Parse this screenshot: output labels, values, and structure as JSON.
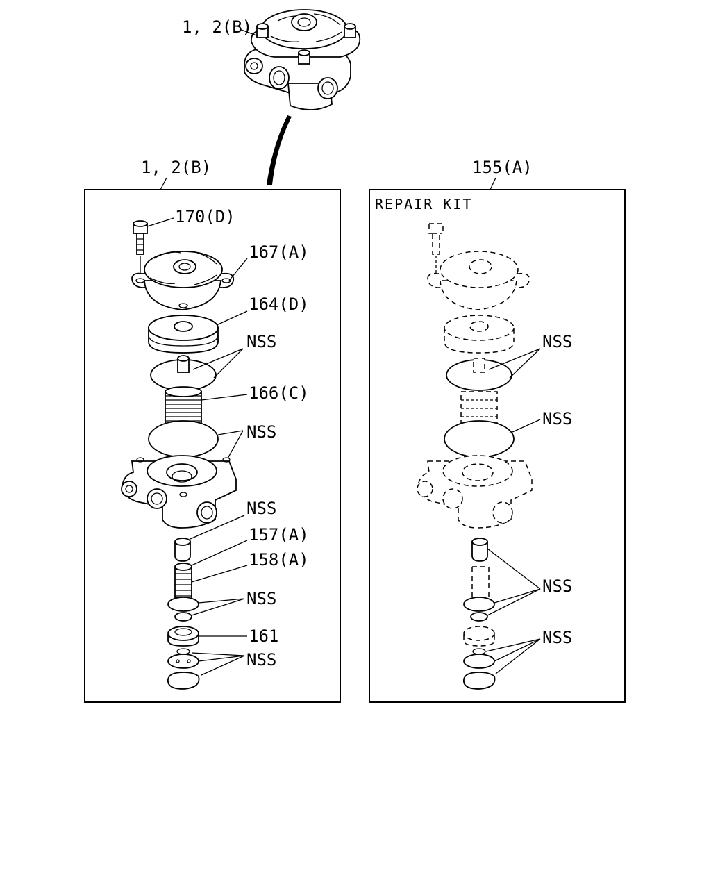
{
  "top_assembly": {
    "label": "1, 2(B)"
  },
  "left_panel": {
    "header": "1, 2(B)",
    "callouts": {
      "bolt": "170(D)",
      "cover": "167(A)",
      "diaphragm": "164(D)",
      "gaskets_upper": "NSS",
      "spring": "166(C)",
      "orings_body": "NSS",
      "valve_seat_upper": "NSS",
      "piston": "157(A)",
      "spring_small": "158(A)",
      "seals_lower": "NSS",
      "exhaust_cap": "161",
      "snap_ring": "NSS"
    }
  },
  "right_panel": {
    "header": "155(A)",
    "kit_title": "REPAIR KIT",
    "callouts": {
      "gasket_upper": "NSS",
      "oring_body": "NSS",
      "lower_seals": "NSS",
      "snap_ring_set": "NSS"
    }
  }
}
